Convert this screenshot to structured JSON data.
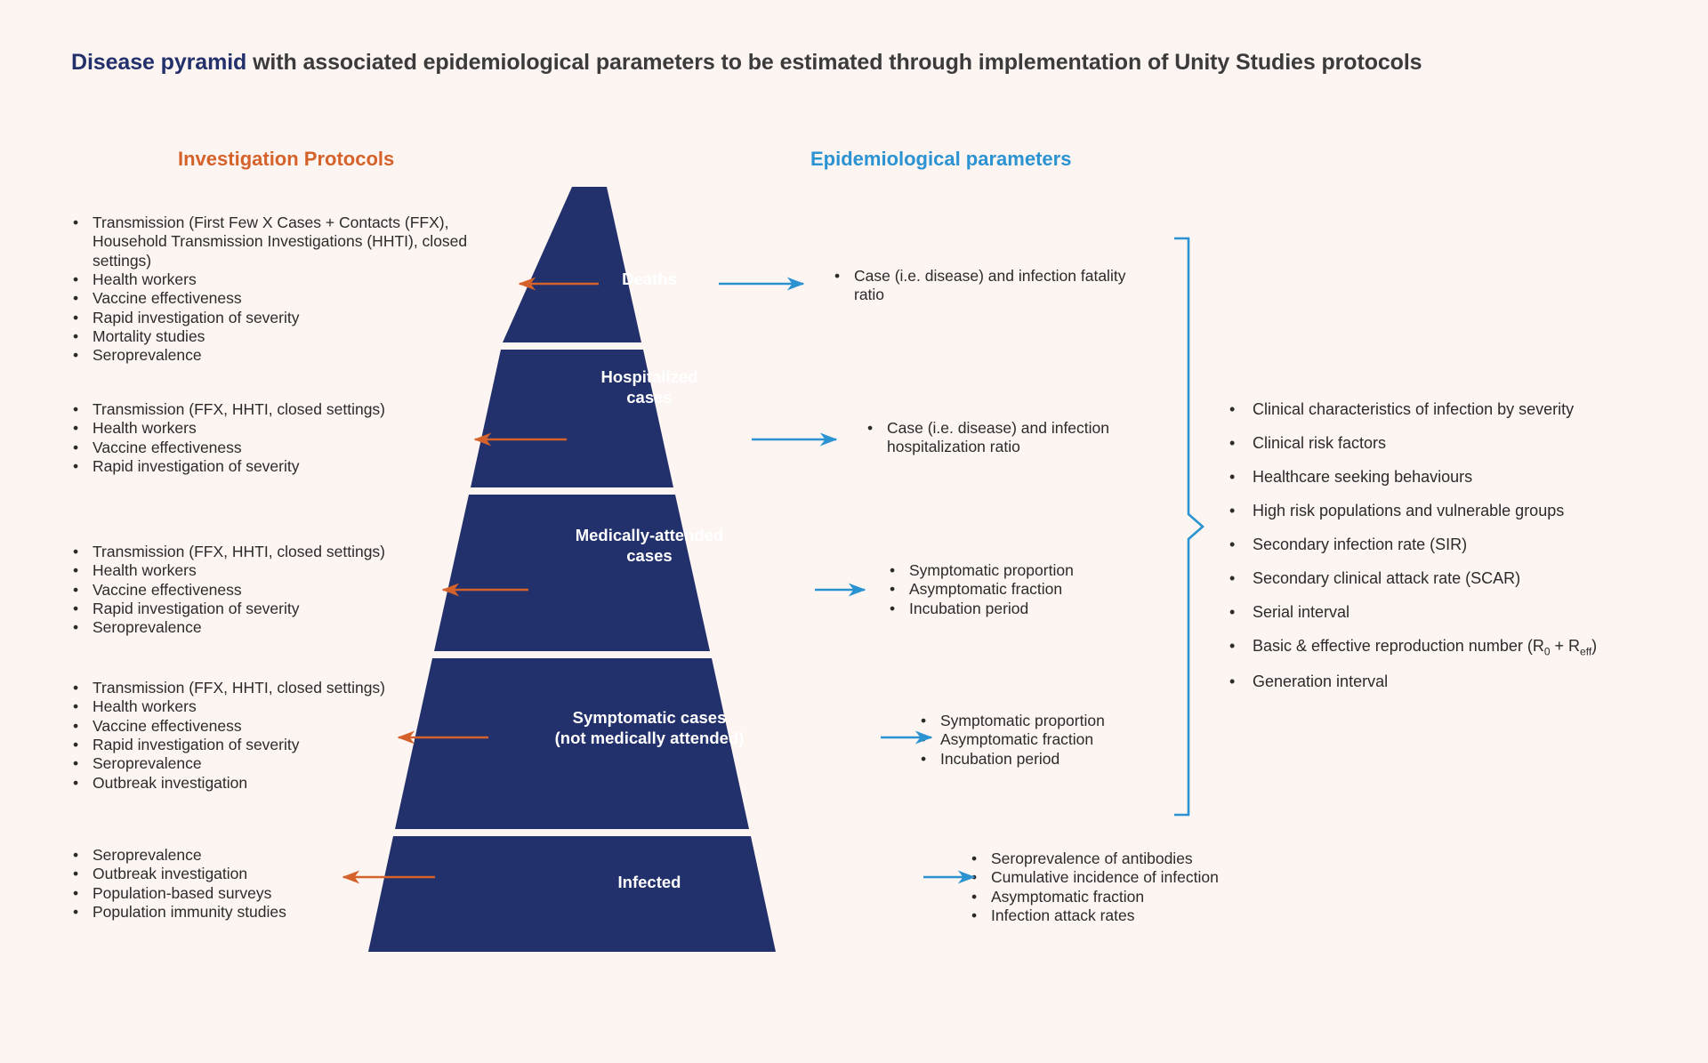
{
  "title": {
    "highlight": "Disease pyramid",
    "rest": " with associated epidemiological parameters to be estimated through implementation of Unity Studies protocols"
  },
  "headings": {
    "left": "Investigation Protocols",
    "right": "Epidemiological parameters"
  },
  "colors": {
    "background": "#fdf5f2",
    "pyramid": "#22306b",
    "orange": "#d4622a",
    "blue": "#2b93d1",
    "title_highlight": "#22306b",
    "text": "#2b2b2b"
  },
  "pyramid": {
    "levels": [
      {
        "name": "deaths",
        "label": "Deaths"
      },
      {
        "name": "hospitalized",
        "label": "Hospitalized\ncases"
      },
      {
        "name": "medically-attended",
        "label": "Medically-attended\ncases"
      },
      {
        "name": "symptomatic",
        "label": "Symptomatic cases\n(not medically attended)"
      },
      {
        "name": "infected",
        "label": "Infected"
      }
    ]
  },
  "protocols": [
    {
      "level": "deaths",
      "items": [
        "Transmission (First Few X Cases + Contacts (FFX), Household Transmission Investigations (HHTI), closed settings)",
        "Health workers",
        "Vaccine effectiveness",
        "Rapid investigation of severity",
        "Mortality studies",
        "Seroprevalence"
      ]
    },
    {
      "level": "hospitalized",
      "items": [
        "Transmission (FFX, HHTI, closed settings)",
        "Health workers",
        "Vaccine effectiveness",
        "Rapid investigation of severity"
      ]
    },
    {
      "level": "medically-attended",
      "items": [
        "Transmission (FFX, HHTI, closed settings)",
        "Health workers",
        "Vaccine effectiveness",
        "Rapid investigation of severity",
        "Seroprevalence"
      ]
    },
    {
      "level": "symptomatic",
      "items": [
        "Transmission (FFX, HHTI, closed settings)",
        "Health workers",
        "Vaccine effectiveness",
        "Rapid investigation of severity",
        "Seroprevalence",
        "Outbreak investigation"
      ]
    },
    {
      "level": "infected",
      "items": [
        "Seroprevalence",
        "Outbreak investigation",
        "Population-based surveys",
        "Population immunity studies"
      ]
    }
  ],
  "parameters": [
    {
      "level": "deaths",
      "items": [
        "Case (i.e. disease) and infection fatality ratio"
      ]
    },
    {
      "level": "hospitalized",
      "items": [
        "Case (i.e. disease) and infection hospitalization ratio"
      ]
    },
    {
      "level": "medically-attended",
      "items": [
        "Symptomatic proportion",
        "Asymptomatic fraction",
        "Incubation period"
      ]
    },
    {
      "level": "symptomatic",
      "items": [
        "Symptomatic proportion",
        "Asymptomatic fraction",
        "Incubation period"
      ]
    },
    {
      "level": "infected",
      "items": [
        "Seroprevalence of antibodies",
        "Cumulative incidence of infection",
        "Asymptomatic fraction",
        "Infection attack rates"
      ]
    }
  ],
  "cross_cutting": {
    "items": [
      "Clinical characteristics of infection by severity",
      "Clinical risk factors",
      "Healthcare seeking behaviours",
      "High risk populations and vulnerable groups",
      "Secondary infection rate (SIR)",
      "Secondary clinical attack rate (SCAR)",
      "Serial interval",
      "Basic & effective reproduction number (R₀ + Rₑₖₖ)",
      "Generation interval"
    ],
    "repro_text": {
      "before": "Basic & effective reproduction number (R",
      "sub1": "0",
      "mid": " + R",
      "sub2": "eff",
      "after": ")"
    }
  }
}
